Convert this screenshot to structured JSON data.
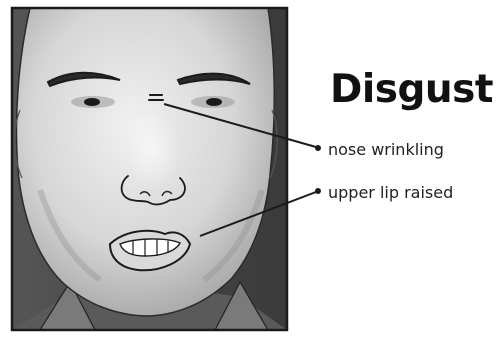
{
  "title": "Disgust",
  "annotations": [
    {
      "id": "nose",
      "text": "nose wrinkling"
    },
    {
      "id": "lip",
      "text": "upper lip raised"
    }
  ],
  "colors": {
    "frame": "#1a1a1a",
    "skin_light": "#eeeeee",
    "skin_mid": "#c9c9c9",
    "skin_dark": "#8d8d8d",
    "background_dark": "#3e3e3e",
    "ink": "#1b1b1b"
  }
}
